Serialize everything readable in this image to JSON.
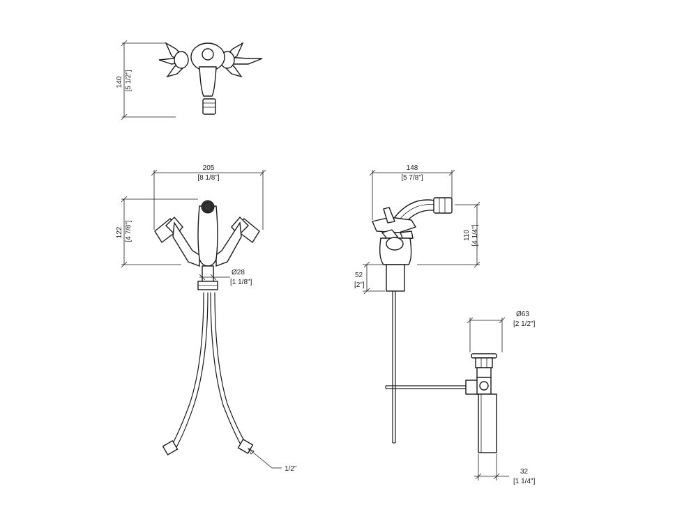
{
  "top_view": {
    "height_mm": "140",
    "height_in": "[5 1/2\"]"
  },
  "front_view": {
    "width_mm": "205",
    "width_in": "[8 1/8\"]",
    "height_mm": "122",
    "height_in": "[4 7/8\"]",
    "base_dia_mm": "Ø28",
    "base_dia_in": "[1 1/8\"]",
    "hose_connection": "1/2\""
  },
  "side_view": {
    "depth_mm": "148",
    "depth_in": "[5 7/8\"]",
    "spout_height_mm": "110",
    "spout_height_in": "[4 1/4\"]",
    "max_deck_mm": "52",
    "max_deck_in": "[2\"]"
  },
  "drain": {
    "dia_mm": "Ø63",
    "dia_in": "[2 1/2\"]",
    "tail_mm": "32",
    "tail_in": "[1 1/4\"]"
  }
}
